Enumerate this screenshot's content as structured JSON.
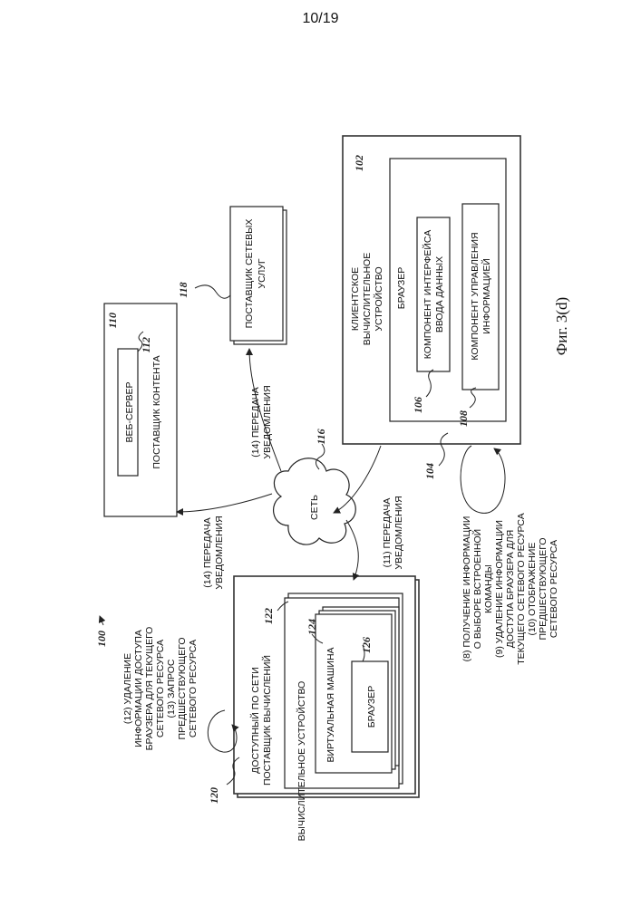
{
  "page": {
    "number": "10/19"
  },
  "figure": {
    "caption": "Фиг. 3(d)",
    "ref": "100"
  },
  "network": {
    "label": "СЕТЬ",
    "ref": "116"
  },
  "content_provider": {
    "ref": "110",
    "label": "ПОСТАВЩИК КОНТЕНТА",
    "web_server": {
      "label": "ВЕБ-СЕРВЕР",
      "ref": "112"
    }
  },
  "network_services_provider": {
    "ref": "118",
    "label": [
      "ПОСТАВЩИК СЕТЕВЫХ",
      "УСЛУГ"
    ]
  },
  "client_device": {
    "ref": "102",
    "ref_arrow": "104",
    "label": [
      "КЛИЕНТСКОЕ",
      "ВЫЧИСЛИТЕЛЬНОЕ",
      "УСТРОЙСТВО"
    ],
    "browser": {
      "label": "БРАУЗЕР",
      "input_component": {
        "ref": "106",
        "label": [
          "КОМПОНЕНТ ИНТЕРФЕЙСА",
          "ВВОДА ДАННЫХ"
        ]
      },
      "info_component": {
        "ref": "108",
        "label": [
          "КОМПОНЕНТ УПРАВЛЕНИЯ",
          "ИНФОРМАЦИЕЙ"
        ]
      }
    }
  },
  "compute_provider": {
    "ref": "120",
    "label": [
      "ДОСТУПНЫЙ ПО СЕТИ",
      "ПОСТАВЩИК ВЫЧИСЛЕНИЙ"
    ],
    "device": {
      "ref": "122",
      "label": "ВЫЧИСЛИТЕЛЬНОЕ УСТРОЙСТВО"
    },
    "vm": {
      "ref": "124",
      "label": "ВИРТУАЛЬНАЯ МАШИНА"
    },
    "browser": {
      "ref": "126",
      "label": "БРАУЗЕР"
    }
  },
  "annotations": {
    "notify_14_top": [
      "(14) ПЕРЕДАЧА",
      "УВЕДОМЛЕНИЯ"
    ],
    "notify_14_left": [
      "(14) ПЕРЕДАЧА",
      "УВЕДОМЛЕНИЯ"
    ],
    "notify_11": [
      "(11) ПЕРЕДАЧА",
      "УВЕДОМЛЕНИЯ"
    ],
    "steps_12_13": [
      "(12) УДАЛЕНИЕ",
      "ИНФОРМАЦИИ ДОСТУПА",
      "БРАУЗЕРА ДЛЯ ТЕКУЩЕГО",
      "СЕТЕВОГО РЕСУРСА",
      "(13) ЗАПРОС",
      "ПРЕДШЕСТВУЮЩЕГО",
      "СЕТЕВОГО РЕСУРСА"
    ],
    "steps_8_10": [
      "(8) ПОЛУЧЕНИЕ ИНФОРМАЦИИ",
      "О ВЫБОРЕ ВСТРОЕННОЙ",
      "КОМАНДЫ",
      "(9) УДАЛЕНИЕ ИНФОРМАЦИИ",
      "ДОСТУПА БРАУЗЕРА ДЛЯ",
      "ТЕКУЩЕГО СЕТЕВОГО РЕСУРСА",
      "(10) ОТОБРАЖЕНИЕ",
      "ПРЕДШЕСТВУЮЩЕГО",
      "СЕТЕВОГО РЕСУРСА"
    ]
  }
}
